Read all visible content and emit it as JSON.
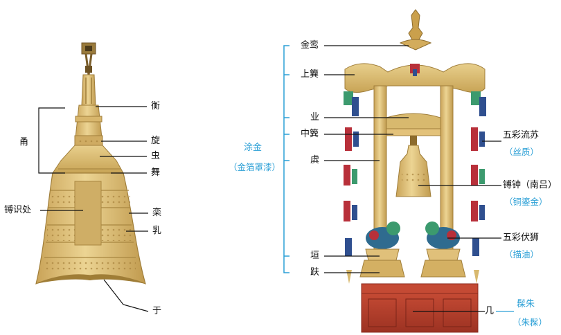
{
  "left_figure": {
    "labels": {
      "yong": "甬",
      "heng": "衡",
      "xuan": "旋",
      "chong": "虫",
      "wu": "舞",
      "boshichu": "镈识处",
      "luan": "栾",
      "ru": "乳",
      "yu": "于"
    }
  },
  "right_figure": {
    "labels": {
      "jinluan": "金鸾",
      "shangsun": "上簨",
      "ye": "业",
      "zhongsun": "中簨",
      "ju": "虡",
      "yuan": "垣",
      "fu": "趺",
      "ji": "几",
      "wucai_liusu": "五彩流苏",
      "sizhi": "（丝质）",
      "bozhong": "镈钟（南吕）",
      "tongliujin": "（铜鎏金）",
      "wucai_fushi": "五彩伏狮",
      "miaoyou": "（描油）",
      "xiuzhu": "髹朱",
      "zhuxiu": "（朱髹）"
    },
    "bracket_group": {
      "title": "涂金",
      "subtitle": "（金箔罩漆）"
    }
  },
  "colors": {
    "gold": "#d9b86a",
    "gold_dark": "#b08a3a",
    "accent_blue": "#2a9fd6",
    "red_lacquer": "#b8402c",
    "tassel_red": "#b8303a",
    "tassel_green": "#3c9a6e",
    "tassel_blue": "#2f4f8f"
  }
}
